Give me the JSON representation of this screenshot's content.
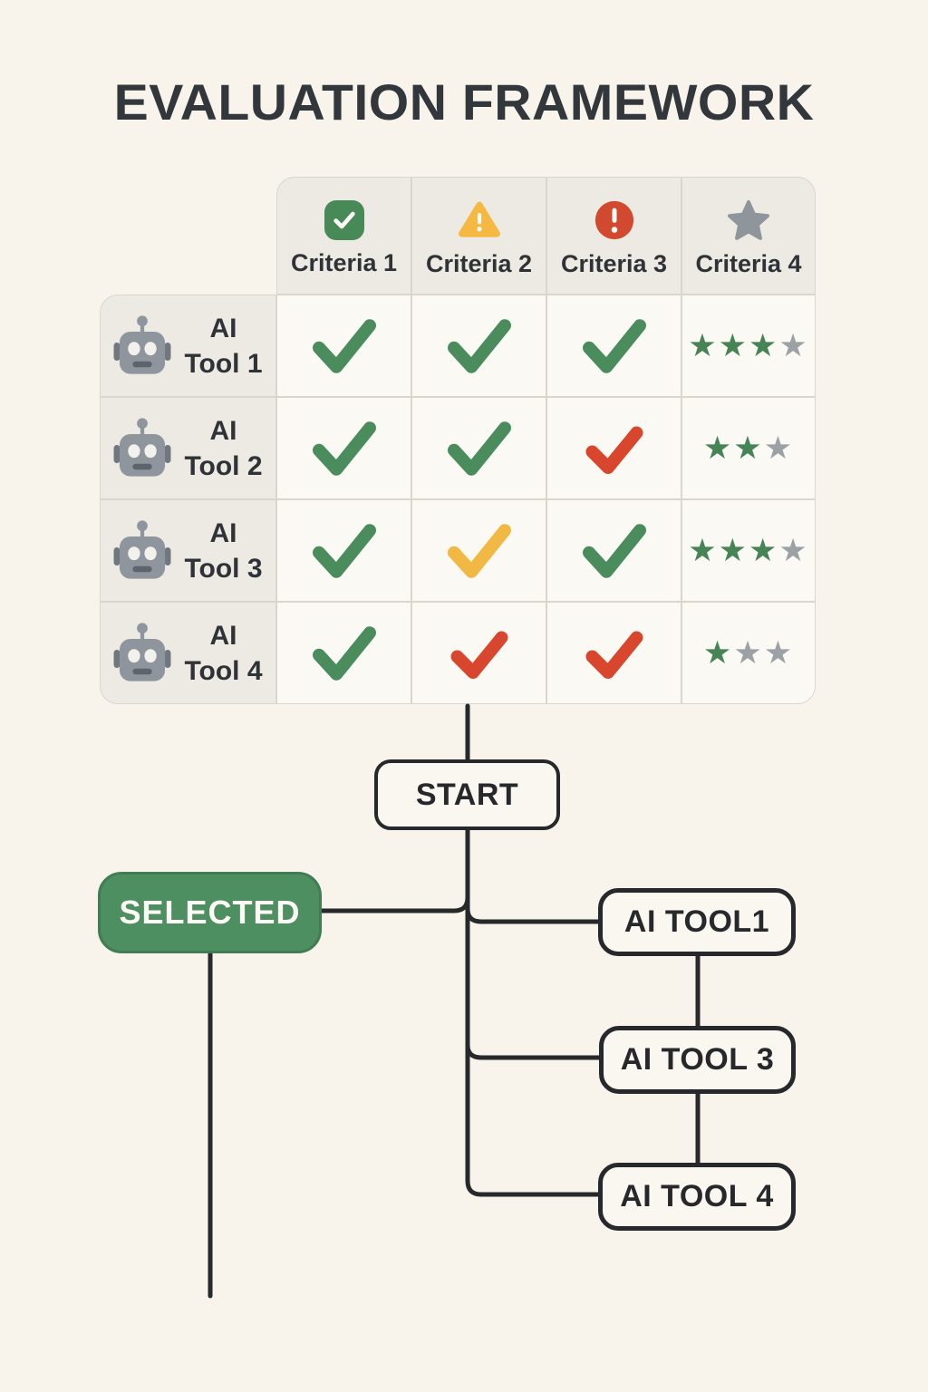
{
  "title": "EVALUATION FRAMEWORK",
  "colors": {
    "background": "#F8F4EB",
    "cell_bg": "#FBF9F3",
    "header_bg": "#ECEAE3",
    "gridline": "#D9D6CE",
    "text_dark": "#2F3337",
    "green": "#4A8C5C",
    "yellow": "#F2B844",
    "red": "#D8472D",
    "star_green": "#478455",
    "star_gray": "#9CA1A6",
    "node_line": "#26282B",
    "selected_bg": "#4E8F62"
  },
  "matrix": {
    "criteria": [
      {
        "label": "Criteria 1",
        "icon": "check-badge"
      },
      {
        "label": "Criteria 2",
        "icon": "warning-triangle"
      },
      {
        "label": "Criteria 3",
        "icon": "error-circle"
      },
      {
        "label": "Criteria 4",
        "icon": "star"
      }
    ],
    "tools": [
      {
        "line1": "AI",
        "line2": "Tool 1",
        "checks": [
          "green",
          "green",
          "green"
        ],
        "stars_green": "★★★",
        "stars_gray": "★",
        "rating": "3 of 4"
      },
      {
        "line1": "AI",
        "line2": "Tool 2",
        "checks": [
          "green",
          "green",
          "red"
        ],
        "stars_green": "★★",
        "stars_gray": "★",
        "rating": "2 of 3"
      },
      {
        "line1": "AI",
        "line2": "Tool 3",
        "checks": [
          "green",
          "yellow",
          "green"
        ],
        "stars_green": "★★★",
        "stars_gray": "★",
        "rating": "3 of 4"
      },
      {
        "line1": "AI",
        "line2": "Tool 4",
        "checks": [
          "green",
          "red",
          "red"
        ],
        "stars_green": "★",
        "stars_gray": "★★",
        "rating": "1 of 3"
      }
    ]
  },
  "flowchart": {
    "start": {
      "label": "START"
    },
    "selected": {
      "label": "SELECTED"
    },
    "nodes": [
      {
        "label": "AI TOOL1"
      },
      {
        "label": "AI TOOL 3"
      },
      {
        "label": "AI TOOL 4"
      }
    ]
  }
}
